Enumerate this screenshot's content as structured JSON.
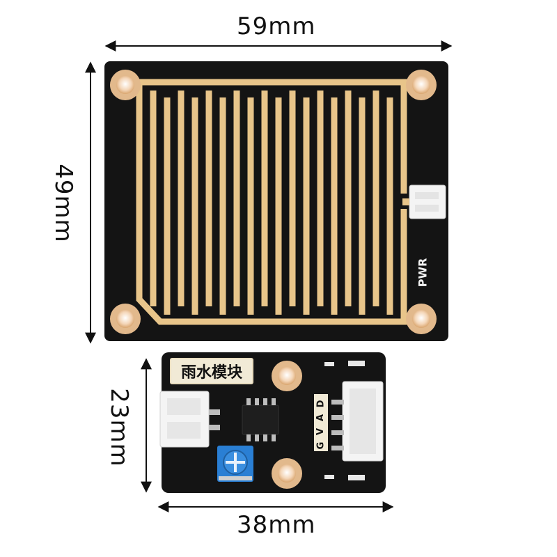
{
  "dimensions": {
    "sensor_width": "59mm",
    "sensor_height": "49mm",
    "module_width": "38mm",
    "module_height": "23mm"
  },
  "sensor_board": {
    "connector_label": "PWR"
  },
  "module_board": {
    "title": "雨水模块",
    "pin_labels": [
      "D",
      "A",
      "V",
      "G"
    ]
  },
  "colors": {
    "pcb": "#141414",
    "trace": "#e8c58a",
    "pad": "#f5dcc0",
    "potentiometer": "#2a7fd4"
  }
}
